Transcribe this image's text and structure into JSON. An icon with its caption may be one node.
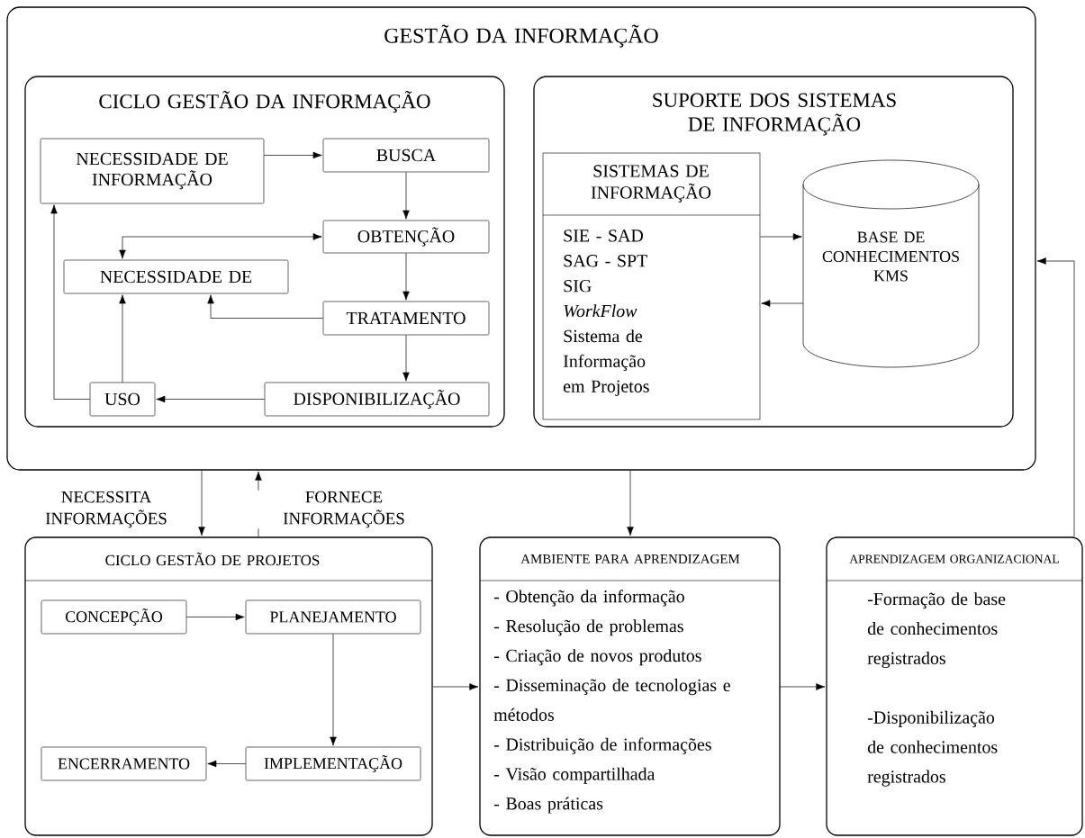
{
  "diagram": {
    "nodes": [
      {
        "text": [
          "GESTÃO DA INFORMAÇÃO"
        ]
      },
      {
        "text": [
          "CICLO GESTÃO DA INFORMAÇÃO"
        ],
        "in": 0
      },
      {
        "text": [
          "NECESSIDADE DE INFORMAÇÃO"
        ],
        "in": 1
      },
      {
        "text": [
          "BUSCA"
        ],
        "in": 1
      },
      {
        "text": [
          "OBTENÇÃO"
        ],
        "in": 1
      },
      {
        "text": [
          "NECESSIDADE DE"
        ],
        "in": 1
      },
      {
        "text": [
          "TRATAMENTO"
        ],
        "in": 1
      },
      {
        "text": [
          "DISPONIBILIZAÇÃO"
        ],
        "in": 1
      },
      {
        "text": [
          "USO"
        ],
        "in": 1
      },
      {
        "text": [
          "SUPORTE DOS SISTEMAS DE INFORMAÇÃO"
        ],
        "in": 0
      },
      {
        "text": [
          "SISTEMAS DE INFORMAÇÃO",
          "SIE - SAD",
          "SAG - SPT",
          "SIG",
          "WorkFlow",
          "Sistema de Informação em Projetos"
        ],
        "in": 9
      },
      {
        "text": [
          "BASE DE CONHECIMENTOS KMS"
        ],
        "in": 9
      },
      {
        "text": [
          "CICLO GESTÃO DE PROJETOS"
        ]
      },
      {
        "text": [
          "CONCEPÇÃO"
        ],
        "in": 12
      },
      {
        "text": [
          "PLANEJAMENTO"
        ],
        "in": 12
      },
      {
        "text": [
          "ENCERRAMENTO"
        ],
        "in": 12
      },
      {
        "text": [
          "IMPLEMENTAÇÃO"
        ],
        "in": 12
      },
      {
        "text": [
          "AMBIENTE PARA APRENDIZAGEM",
          "- Obtenção da informação",
          "- Resolução de problemas",
          "- Criação de novos produtos",
          "- Disseminação de tecnologias e métodos",
          "- Distribuição de informações",
          "- Visão compartilhada",
          "- Boas práticas"
        ]
      },
      {
        "text": [
          "APRENDIZAGEM ORGANIZACIONAL",
          "-Formação de base de conhecimentos registrados",
          "-Disponibilização de conhecimentos registrados"
        ]
      }
    ],
    "edges": [
      {
        "from": 2,
        "to": 3,
        "arrow": "to"
      },
      {
        "from": 3,
        "to": 4,
        "arrow": "to"
      },
      {
        "from": 4,
        "to": 5,
        "arrow": "both"
      },
      {
        "from": 4,
        "to": 6,
        "arrow": "to"
      },
      {
        "from": 6,
        "to": 5,
        "arrow": "to"
      },
      {
        "from": 6,
        "to": 7,
        "arrow": "to"
      },
      {
        "from": 7,
        "to": 8,
        "arrow": "to"
      },
      {
        "from": 8,
        "to": 5,
        "arrow": "to"
      },
      {
        "from": 8,
        "to": 2,
        "arrow": "to"
      },
      {
        "from": 10,
        "to": 11,
        "arrow": "to"
      },
      {
        "from": 11,
        "to": 10,
        "arrow": "to"
      },
      {
        "from": 0,
        "to": 12,
        "arrow": "to",
        "label": "NECESSITA INFORMAÇÕES"
      },
      {
        "from": 12,
        "to": 0,
        "arrow": "to",
        "label": "FORNECE INFORMAÇÕES"
      },
      {
        "from": 0,
        "to": 17,
        "arrow": "to"
      },
      {
        "from": 12,
        "to": 17,
        "arrow": "to"
      },
      {
        "from": 17,
        "to": 18,
        "arrow": "to"
      },
      {
        "from": 18,
        "to": 0,
        "arrow": "to"
      },
      {
        "from": 13,
        "to": 14,
        "arrow": "to"
      },
      {
        "from": 14,
        "to": 16,
        "arrow": "to"
      },
      {
        "from": 16,
        "to": 15,
        "arrow": "to"
      }
    ]
  }
}
